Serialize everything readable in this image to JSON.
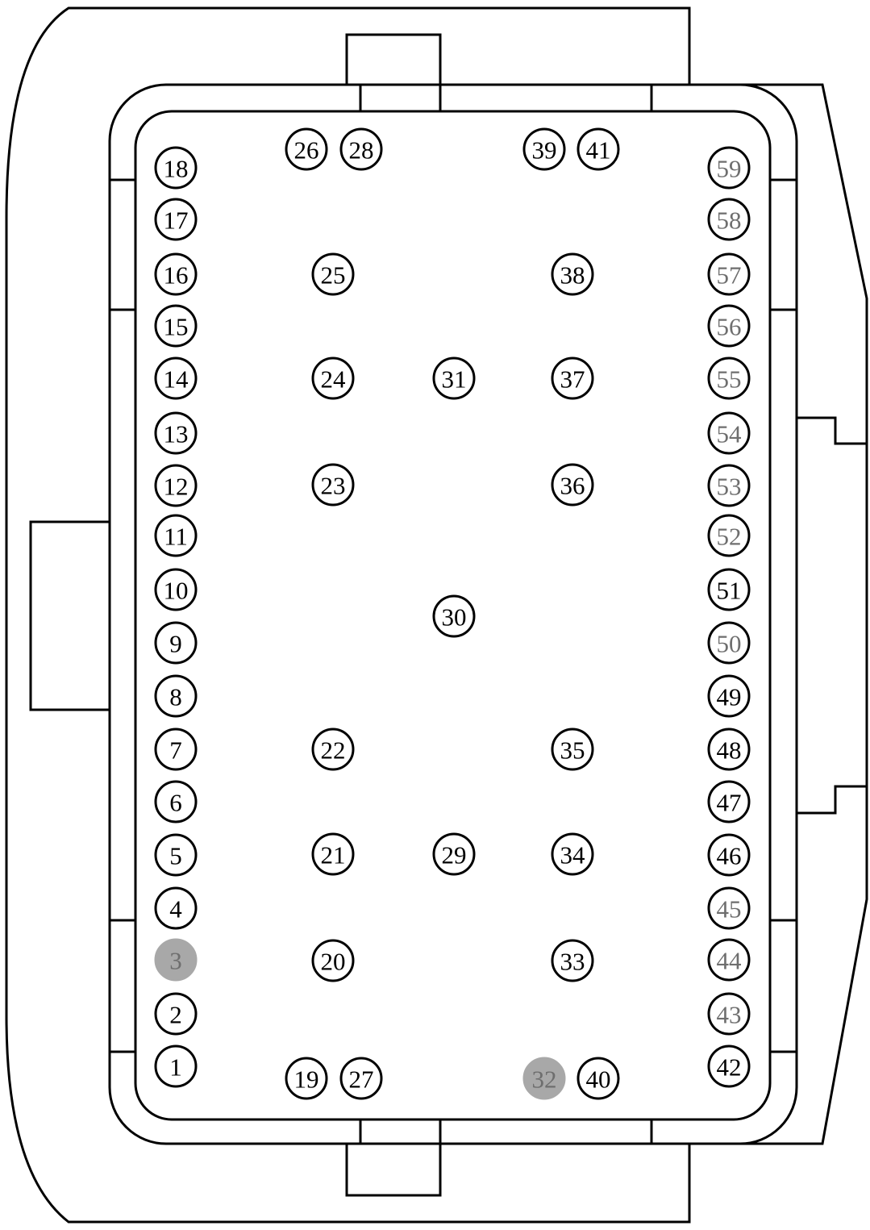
{
  "pins": [
    {
      "label": "1",
      "style": "normal"
    },
    {
      "label": "2",
      "style": "normal"
    },
    {
      "label": "3",
      "style": "filled"
    },
    {
      "label": "4",
      "style": "normal"
    },
    {
      "label": "5",
      "style": "normal"
    },
    {
      "label": "6",
      "style": "normal"
    },
    {
      "label": "7",
      "style": "normal"
    },
    {
      "label": "8",
      "style": "normal"
    },
    {
      "label": "9",
      "style": "normal"
    },
    {
      "label": "10",
      "style": "normal"
    },
    {
      "label": "11",
      "style": "normal"
    },
    {
      "label": "12",
      "style": "normal"
    },
    {
      "label": "13",
      "style": "normal"
    },
    {
      "label": "14",
      "style": "normal"
    },
    {
      "label": "15",
      "style": "normal"
    },
    {
      "label": "16",
      "style": "normal"
    },
    {
      "label": "17",
      "style": "normal"
    },
    {
      "label": "18",
      "style": "normal"
    },
    {
      "label": "19",
      "style": "normal"
    },
    {
      "label": "20",
      "style": "normal"
    },
    {
      "label": "21",
      "style": "normal"
    },
    {
      "label": "22",
      "style": "normal"
    },
    {
      "label": "23",
      "style": "normal"
    },
    {
      "label": "24",
      "style": "normal"
    },
    {
      "label": "25",
      "style": "normal"
    },
    {
      "label": "26",
      "style": "normal"
    },
    {
      "label": "27",
      "style": "normal"
    },
    {
      "label": "28",
      "style": "normal"
    },
    {
      "label": "29",
      "style": "normal"
    },
    {
      "label": "30",
      "style": "normal"
    },
    {
      "label": "31",
      "style": "normal"
    },
    {
      "label": "32",
      "style": "filled"
    },
    {
      "label": "33",
      "style": "normal"
    },
    {
      "label": "34",
      "style": "normal"
    },
    {
      "label": "35",
      "style": "normal"
    },
    {
      "label": "36",
      "style": "normal"
    },
    {
      "label": "37",
      "style": "normal"
    },
    {
      "label": "38",
      "style": "normal"
    },
    {
      "label": "39",
      "style": "normal"
    },
    {
      "label": "40",
      "style": "normal"
    },
    {
      "label": "41",
      "style": "normal"
    },
    {
      "label": "42",
      "style": "normal"
    },
    {
      "label": "43",
      "style": "gray-text"
    },
    {
      "label": "44",
      "style": "gray-text"
    },
    {
      "label": "45",
      "style": "gray-text"
    },
    {
      "label": "46",
      "style": "normal"
    },
    {
      "label": "47",
      "style": "normal"
    },
    {
      "label": "48",
      "style": "normal"
    },
    {
      "label": "49",
      "style": "normal"
    },
    {
      "label": "50",
      "style": "gray-text"
    },
    {
      "label": "51",
      "style": "normal"
    },
    {
      "label": "52",
      "style": "gray-text"
    },
    {
      "label": "53",
      "style": "gray-text"
    },
    {
      "label": "54",
      "style": "gray-text"
    },
    {
      "label": "55",
      "style": "gray-text"
    },
    {
      "label": "56",
      "style": "gray-text"
    },
    {
      "label": "57",
      "style": "gray-text"
    },
    {
      "label": "58",
      "style": "gray-text"
    },
    {
      "label": "59",
      "style": "gray-text"
    }
  ],
  "colors": {
    "line": "#000000",
    "filled_pin": "#a8a8a8",
    "gray_text": "#6e6e6e",
    "background": "#ffffff"
  }
}
